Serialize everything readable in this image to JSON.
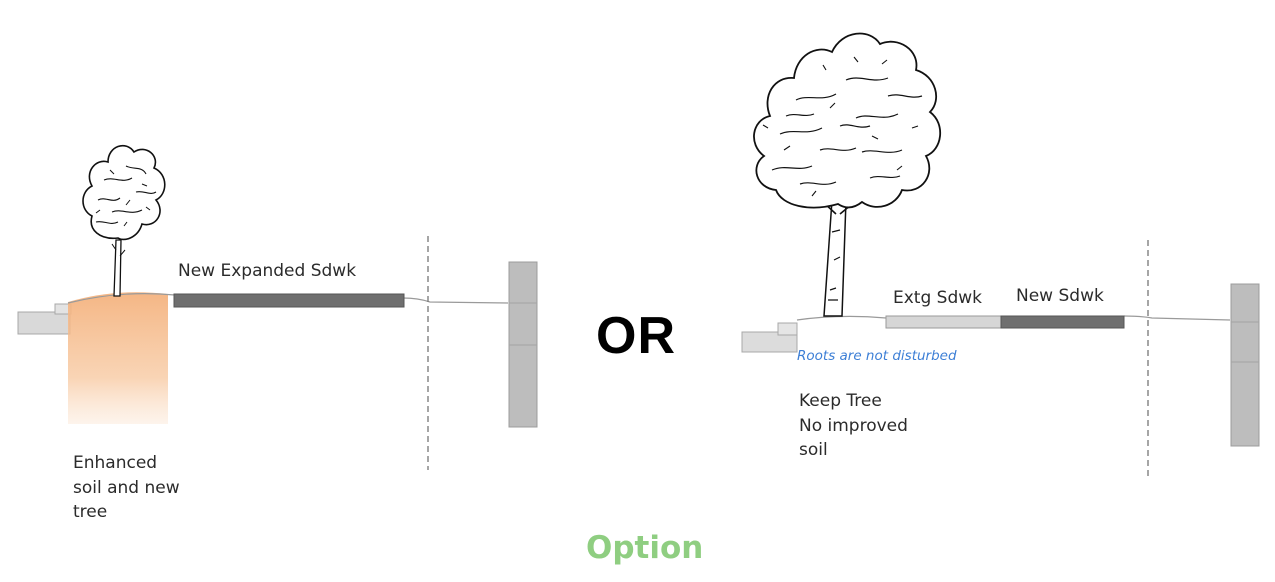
{
  "labels": {
    "new_expanded_sdwk": "New Expanded Sdwk",
    "enhanced_soil": "Enhanced\nsoil and new\ntree",
    "or": "OR",
    "extg_sdwk": "Extg Sdwk",
    "new_sdwk": "New Sdwk",
    "roots_not_disturbed": "Roots are not disturbed",
    "keep_tree": "Keep Tree\nNo improved\nsoil",
    "option": "Option"
  },
  "colors": {
    "enhanced_soil": "#f4b27e",
    "new_sidewalk": "#6f6f6f",
    "existing_sidewalk": "#d6d6d6",
    "building": "#b9b9b9",
    "roots_text": "#3d7fd6",
    "option_text": "#7cc66c"
  }
}
